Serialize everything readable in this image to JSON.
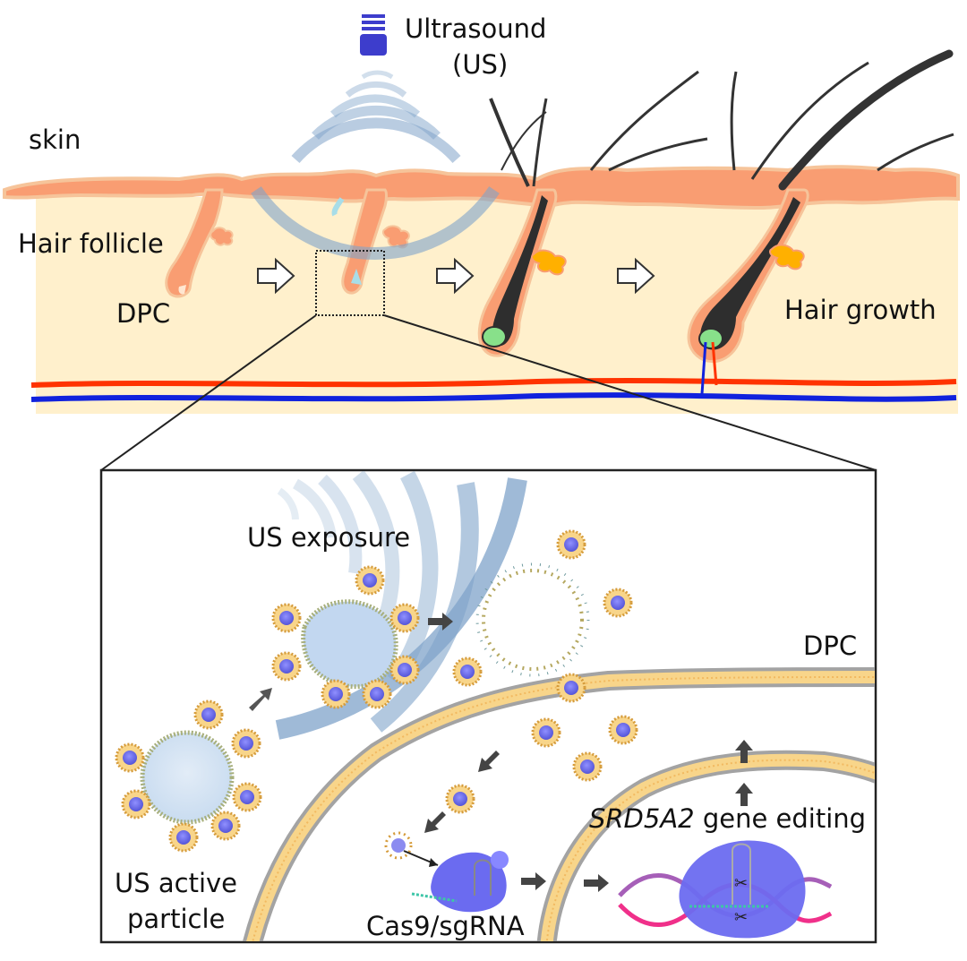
{
  "labels": {
    "ultrasound": "Ultrasound",
    "ultrasound_abbr": "(US)",
    "skin": "skin",
    "hair_follicle": "Hair follicle",
    "dpc_top": "DPC",
    "hair_growth": "Hair growth",
    "us_exposure": "US exposure",
    "dpc_inset": "DPC",
    "gene": "SRD5A2",
    "gene_editing": " gene editing",
    "us_active_1": "US active",
    "us_active_2": "particle",
    "cas9": "Cas9/sgRNA"
  },
  "colors": {
    "skin": "#F99D72",
    "skin_edge": "#F6C49A",
    "dermis": "#FFF0CC",
    "artery": "#FF3300",
    "vein": "#1122DD",
    "hair": "#333333",
    "transducer": "#3D3DCC",
    "wave": "#7FA3C9",
    "particle_shell": "#E8A33A",
    "particle_core": "#6F6FE8",
    "cas9": "#6B6BF0",
    "dna_pink": "#F0308A",
    "dna_purple": "#A65FB8",
    "membrane": "#F8D58A",
    "membrane_head": "#9A9A9A",
    "gland": "#FFB000"
  }
}
